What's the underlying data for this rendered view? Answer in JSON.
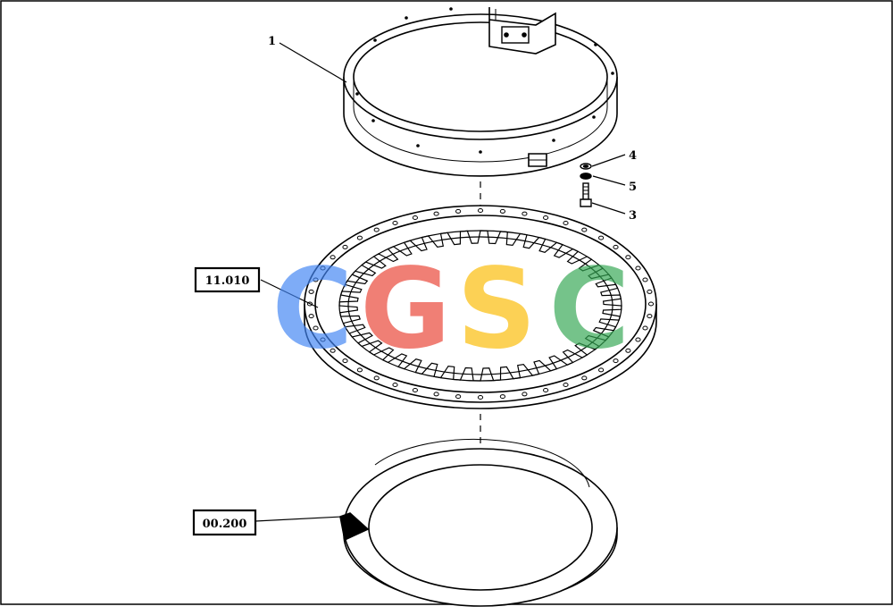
{
  "callouts": [
    {
      "id": "1",
      "text": "1"
    },
    {
      "id": "3",
      "text": "3"
    },
    {
      "id": "4",
      "text": "4"
    },
    {
      "id": "5",
      "text": "5"
    }
  ],
  "ref_boxes": [
    {
      "id": "ring-gear",
      "text": "11.010"
    },
    {
      "id": "seal",
      "text": "00.200"
    }
  ],
  "watermark": {
    "letters": [
      "C",
      "G",
      "S",
      "C"
    ],
    "colors": [
      "#4285f4",
      "#ea4335",
      "#fbbc05",
      "#34a853"
    ]
  }
}
